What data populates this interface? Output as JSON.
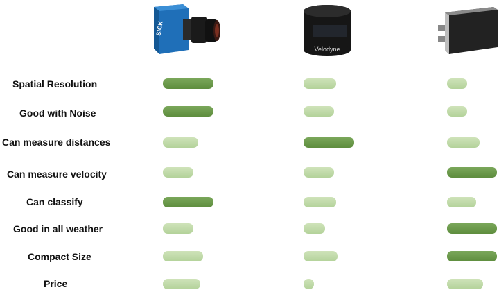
{
  "sensors": [
    {
      "name": "camera",
      "brand_text": "SICK"
    },
    {
      "name": "lidar",
      "brand_text": "Velodyne"
    },
    {
      "name": "radar",
      "brand_text": ""
    }
  ],
  "rows": [
    {
      "label": "Spatial Resolution",
      "ratings": [
        1.0,
        0.65,
        0.4
      ]
    },
    {
      "label": "Good with Noise",
      "ratings": [
        1.0,
        0.6,
        0.4
      ]
    },
    {
      "label": "Can measure distances",
      "ratings": [
        0.7,
        1.0,
        0.65
      ]
    },
    {
      "label": "Can measure velocity",
      "ratings": [
        0.6,
        0.6,
        1.0
      ]
    },
    {
      "label": "Can classify",
      "ratings": [
        1.0,
        0.65,
        0.58
      ]
    },
    {
      "label": "Good in all weather",
      "ratings": [
        0.6,
        0.43,
        1.0
      ]
    },
    {
      "label": "Compact Size",
      "ratings": [
        0.8,
        0.67,
        1.0
      ]
    },
    {
      "label": "Price",
      "ratings": [
        0.74,
        0.2,
        0.72
      ]
    }
  ],
  "colors": {
    "high": "#6a9a4a",
    "low": "#c1dba8"
  }
}
